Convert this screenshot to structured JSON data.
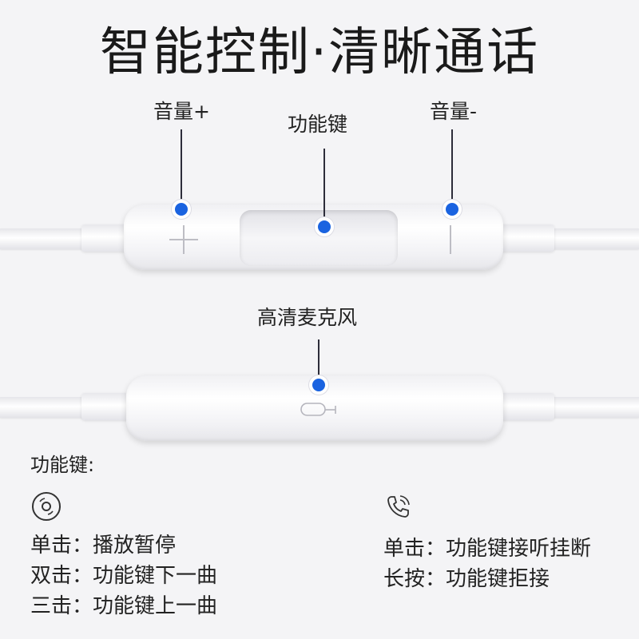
{
  "title": "智能控制·清晰通话",
  "controls": {
    "vol_up": "音量+",
    "func_key": "功能键",
    "vol_down": "音量-",
    "mic": "高清麦克风"
  },
  "section_title": "功能键:",
  "music": {
    "icon": "disc-icon",
    "items": [
      "单击：播放暂停",
      "双击：功能键下一曲",
      "三击：功能键上一曲"
    ]
  },
  "call": {
    "icon": "phone-icon",
    "items": [
      "单击：功能键接听挂断",
      "长按：功能键拒接"
    ]
  },
  "colors": {
    "accent_dot": "#1a63e0"
  }
}
